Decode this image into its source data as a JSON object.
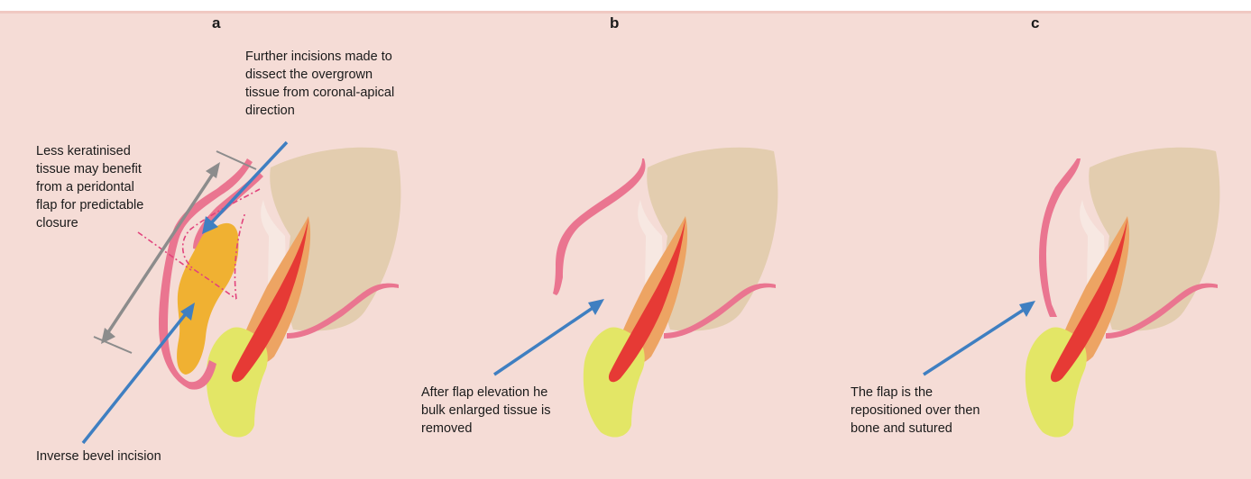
{
  "panels": [
    {
      "letter": "a"
    },
    {
      "letter": "b"
    },
    {
      "letter": "c"
    }
  ],
  "annotations": {
    "further_incisions": [
      "Further incisions made to",
      "dissect the overgrown",
      "tissue from coronal-apical",
      "direction"
    ],
    "less_keratinised": [
      "Less keratinised",
      "tissue may benefit",
      "from a peridontal",
      "flap for predictable",
      "closure"
    ],
    "inverse_bevel": [
      "Inverse bevel incision"
    ],
    "flap_elevation": [
      "After flap elevation he",
      "bulk enlarged tissue is",
      "removed"
    ],
    "flap_repositioned": [
      "The flap is the",
      "repositioned over then",
      "bone and sutured"
    ]
  },
  "colors": {
    "background": "#f5dcd6",
    "gingiva": "#ea7590",
    "bone": "#e3cdaf",
    "dentin": "#eda463",
    "pulp": "#e63a35",
    "enamel": "#e3e666",
    "overgrown_tissue": "#f0b132",
    "blue_arrow": "#3f7fc1",
    "grey_arrow": "#8c8c8c",
    "dashed_line": "#e2437c"
  }
}
